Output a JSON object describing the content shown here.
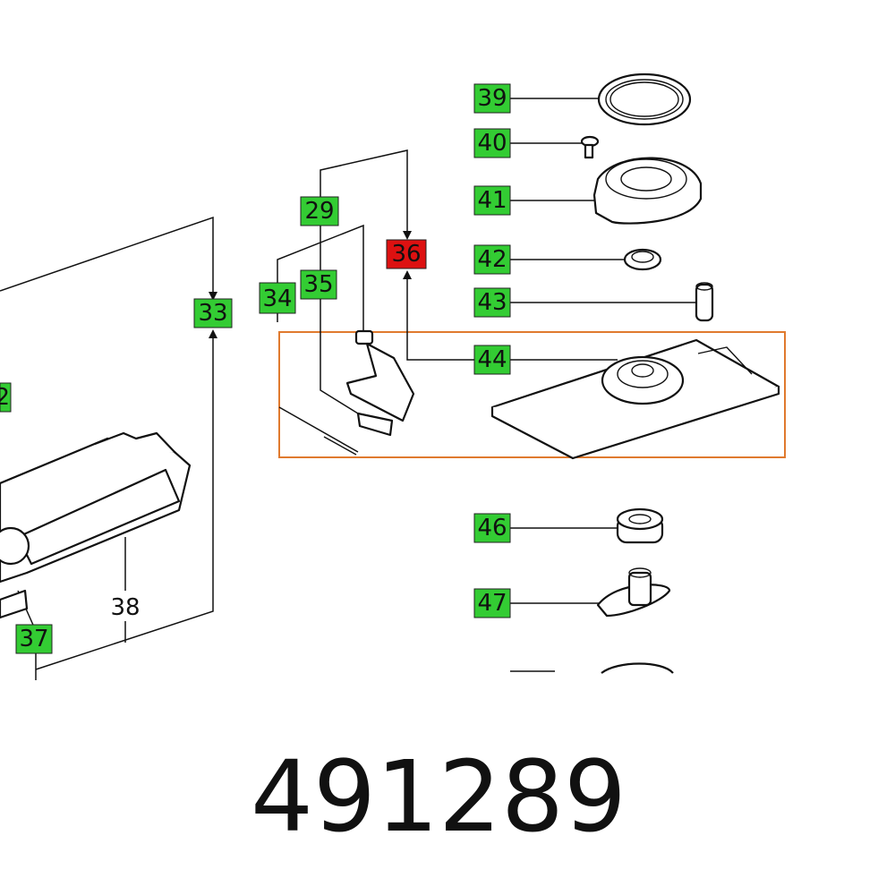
{
  "colors": {
    "label_bg": "#33cc33",
    "selected_bg": "#dd1111",
    "highlight_frame": "#e07a2e",
    "line": "#111111"
  },
  "callouts": [
    {
      "id": "c39",
      "text": "39",
      "style": "green"
    },
    {
      "id": "c40",
      "text": "40",
      "style": "green"
    },
    {
      "id": "c41",
      "text": "41",
      "style": "green"
    },
    {
      "id": "c42",
      "text": "42",
      "style": "green"
    },
    {
      "id": "c43",
      "text": "43",
      "style": "green"
    },
    {
      "id": "c44",
      "text": "44",
      "style": "green"
    },
    {
      "id": "c46",
      "text": "46",
      "style": "green"
    },
    {
      "id": "c47",
      "text": "47",
      "style": "green"
    },
    {
      "id": "c29",
      "text": "29",
      "style": "green"
    },
    {
      "id": "c33",
      "text": "33",
      "style": "green"
    },
    {
      "id": "c34",
      "text": "34",
      "style": "green"
    },
    {
      "id": "c35",
      "text": "35",
      "style": "green"
    },
    {
      "id": "c37",
      "text": "37",
      "style": "green"
    },
    {
      "id": "c32",
      "text": "2",
      "style": "green"
    },
    {
      "id": "c36",
      "text": "36",
      "style": "red"
    }
  ],
  "plain_labels": {
    "l38": "38"
  },
  "part_number": "491289"
}
